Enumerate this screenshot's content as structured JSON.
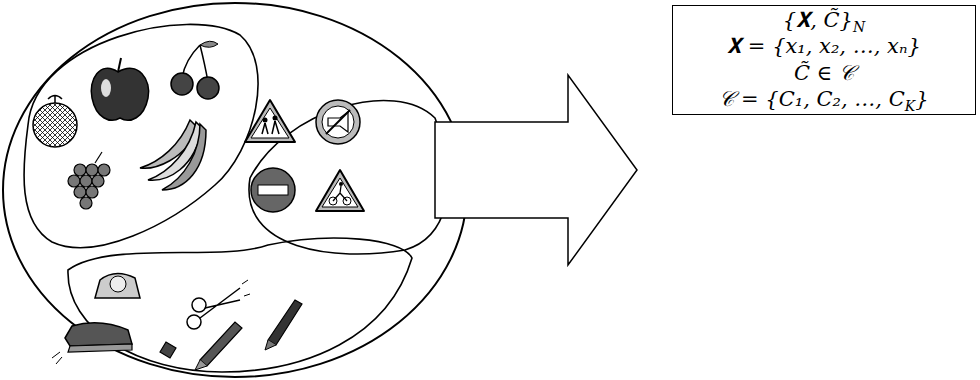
{
  "diagram": {
    "nodes": [
      {
        "text": [
          "{𝐗, C̃}",
          "N",
          "𝐗 = {x₁, x₂, …, xₙ}",
          "C̃ ∈ 𝒞",
          "𝒞 = {C₁, C₂, …, C",
          "K",
          "}"
        ]
      }
    ]
  }
}
